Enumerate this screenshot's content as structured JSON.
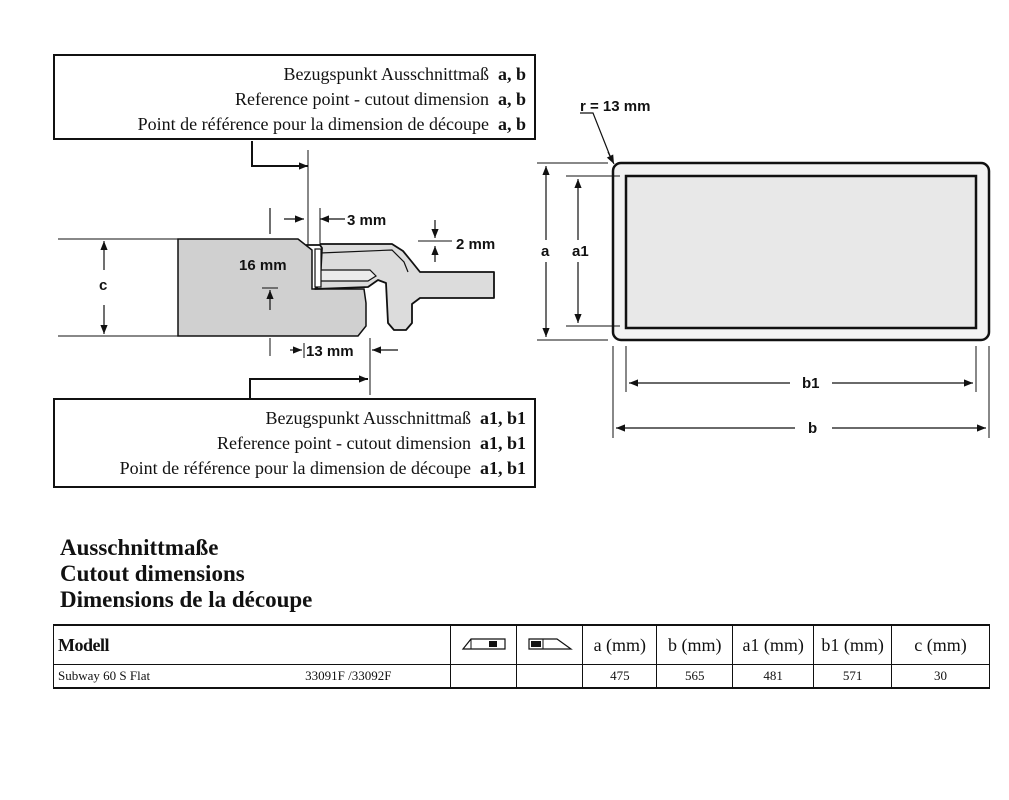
{
  "reference_ab": {
    "lines": [
      {
        "text": "Bezugspunkt Ausschnittmaß",
        "key": "a, b"
      },
      {
        "text": "Reference point - cutout dimension",
        "key": "a, b"
      },
      {
        "text": "Point de référence pour la dimension de découpe",
        "key": "a, b"
      }
    ]
  },
  "reference_a1b1": {
    "lines": [
      {
        "text": "Bezugspunkt Ausschnittmaß",
        "key": "a1, b1"
      },
      {
        "text": "Reference point - cutout dimension",
        "key": "a1, b1"
      },
      {
        "text": "Point de référence pour la dimension de découpe",
        "key": "a1, b1"
      }
    ]
  },
  "section_diagram": {
    "dim_3mm": "3 mm",
    "dim_2mm": "2 mm",
    "dim_16mm": "16 mm",
    "dim_13mm": "13 mm",
    "dim_c": "c"
  },
  "plan_diagram": {
    "radius": "r = 13 mm",
    "dim_a": "a",
    "dim_a1": "a1",
    "dim_b1": "b1",
    "dim_b": "b"
  },
  "headings": [
    "Ausschnittmaße",
    "Cutout dimensions",
    "Dimensions de la découpe"
  ],
  "table": {
    "model_header": "Modell",
    "columns": [
      "a (mm)",
      "b (mm)",
      "a1 (mm)",
      "b1 (mm)",
      "c (mm)"
    ],
    "rows": [
      {
        "model": "Subway 60 S Flat",
        "code": "33091F /33092F",
        "values": [
          "475",
          "565",
          "481",
          "571",
          "30"
        ]
      }
    ]
  }
}
